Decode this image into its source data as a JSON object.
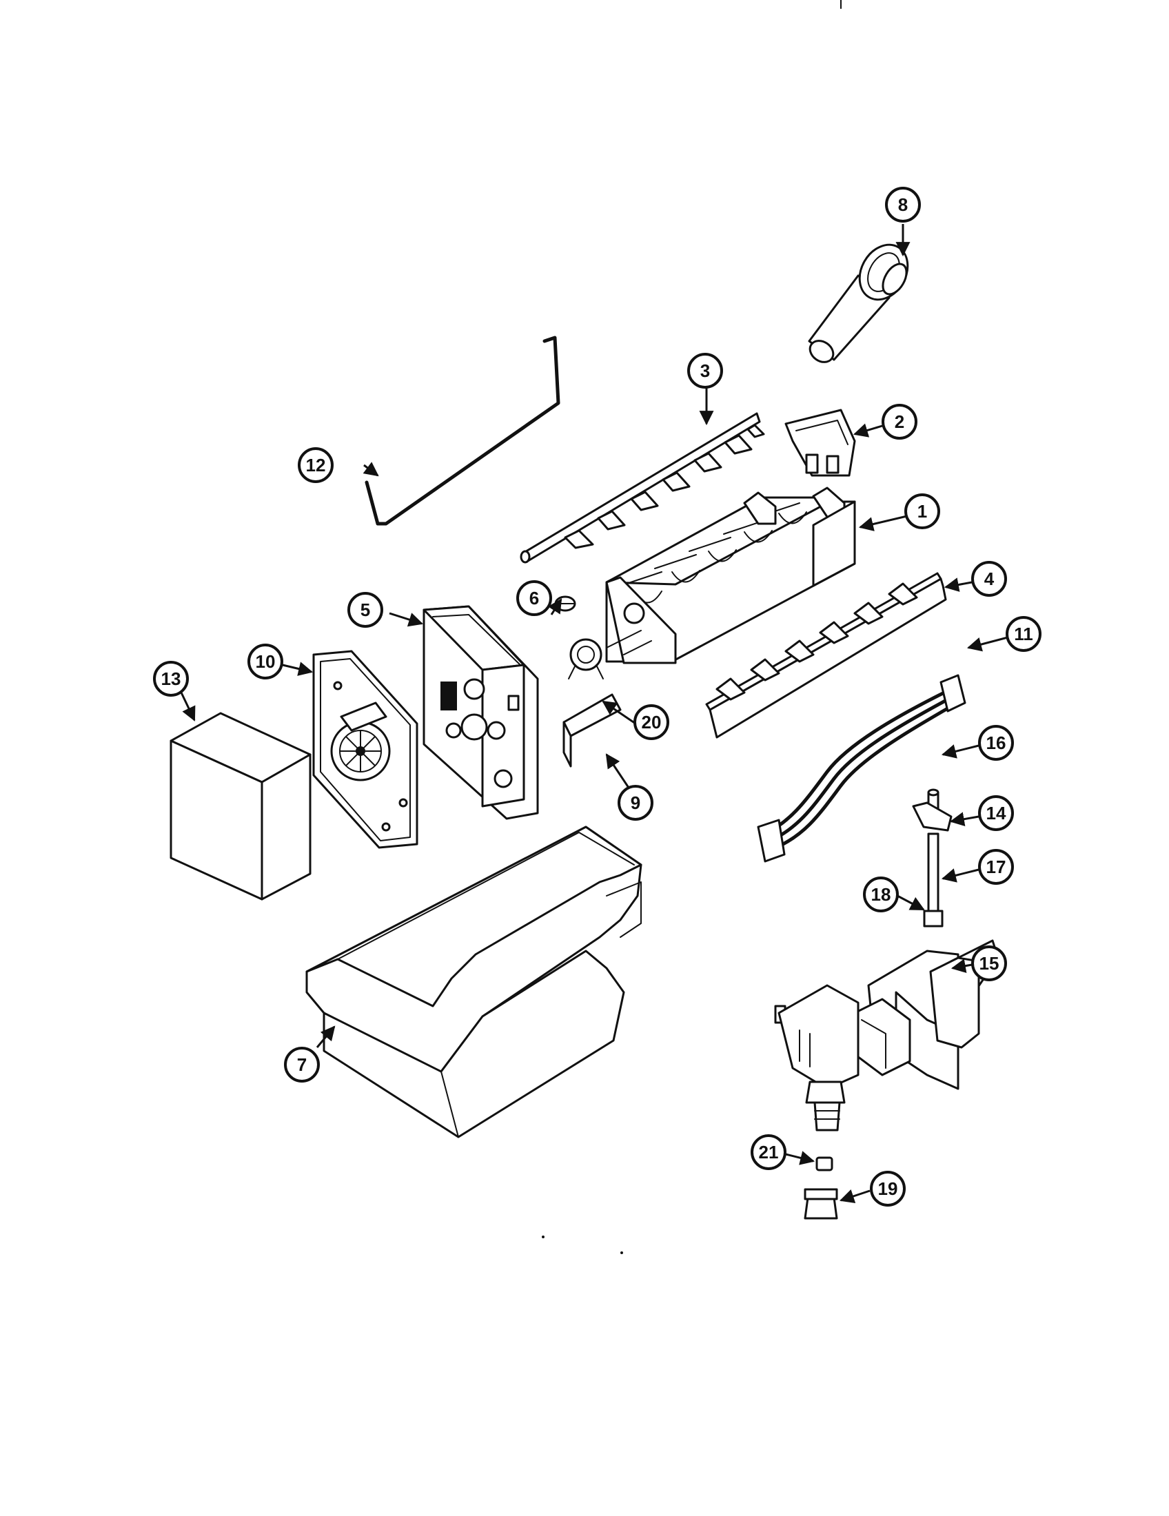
{
  "diagram": {
    "callouts": [
      "1",
      "2",
      "3",
      "4",
      "5",
      "6",
      "7",
      "8",
      "9",
      "10",
      "11",
      "12",
      "13",
      "14",
      "15",
      "16",
      "17",
      "18",
      "19",
      "20",
      "21"
    ]
  },
  "colors": {
    "ink": "#111111",
    "paper": "#ffffff"
  }
}
